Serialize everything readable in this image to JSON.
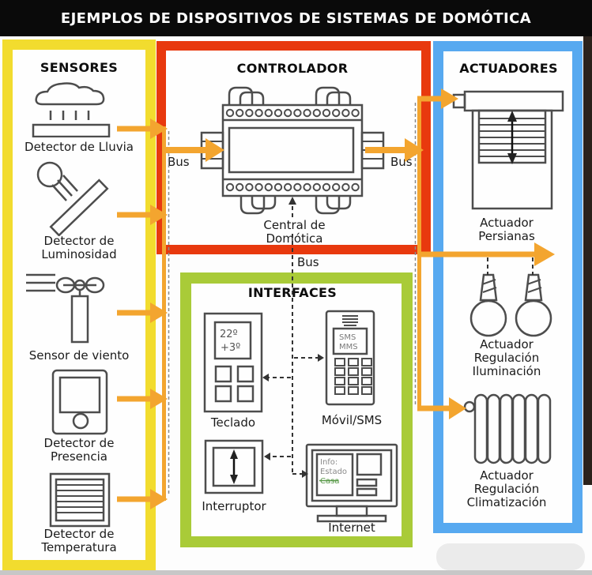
{
  "title": "EJEMPLOS DE DISPOSITIVOS DE SISTEMAS DE DOMÓTICA",
  "sensors": {
    "header": "SENSORES",
    "items": [
      {
        "label": "Detector de Lluvia",
        "icon": "rain-sensor-icon"
      },
      {
        "label": "Detector de Luminosidad",
        "icon": "light-sensor-icon"
      },
      {
        "label": "Sensor de viento",
        "icon": "wind-sensor-icon"
      },
      {
        "label": "Detector de Presencia",
        "icon": "presence-sensor-icon"
      },
      {
        "label": "Detector de Temperatura",
        "icon": "temperature-sensor-icon"
      }
    ]
  },
  "controller": {
    "header": "CONTROLADOR",
    "device_label": "Central de Domótica",
    "bus_left": "Bus",
    "bus_right": "Bus",
    "bus_bottom": "Bus"
  },
  "interfaces": {
    "header": "INTERFACES",
    "keypad": {
      "label": "Teclado",
      "display_temp": "22º",
      "display_delta": "+3º"
    },
    "mobile": {
      "label": "Móvil/SMS",
      "screen_line1": "SMS",
      "screen_line2": "MMS"
    },
    "switch": {
      "label": "Interruptor"
    },
    "internet": {
      "label": "Internet",
      "screen_line1": "Info:",
      "screen_line2": "Estado",
      "screen_line3": "Casa"
    }
  },
  "actuators": {
    "header": "ACTUADORES",
    "items": [
      {
        "label": "Actuador Persianas",
        "icon": "blind-actuator-icon"
      },
      {
        "label": "Actuador Regulación Iluminación",
        "icon": "lightbulbs-icon"
      },
      {
        "label": "Actuador Regulación Climatización",
        "icon": "radiator-icon"
      }
    ]
  },
  "colors": {
    "title_bg": "#0a0a0a",
    "sensors_border": "#F2DC2E",
    "controller_border": "#E8390E",
    "actuators_border": "#57A9F0",
    "interfaces_border": "#A9CB38",
    "arrow_orange": "#F3A52F"
  }
}
